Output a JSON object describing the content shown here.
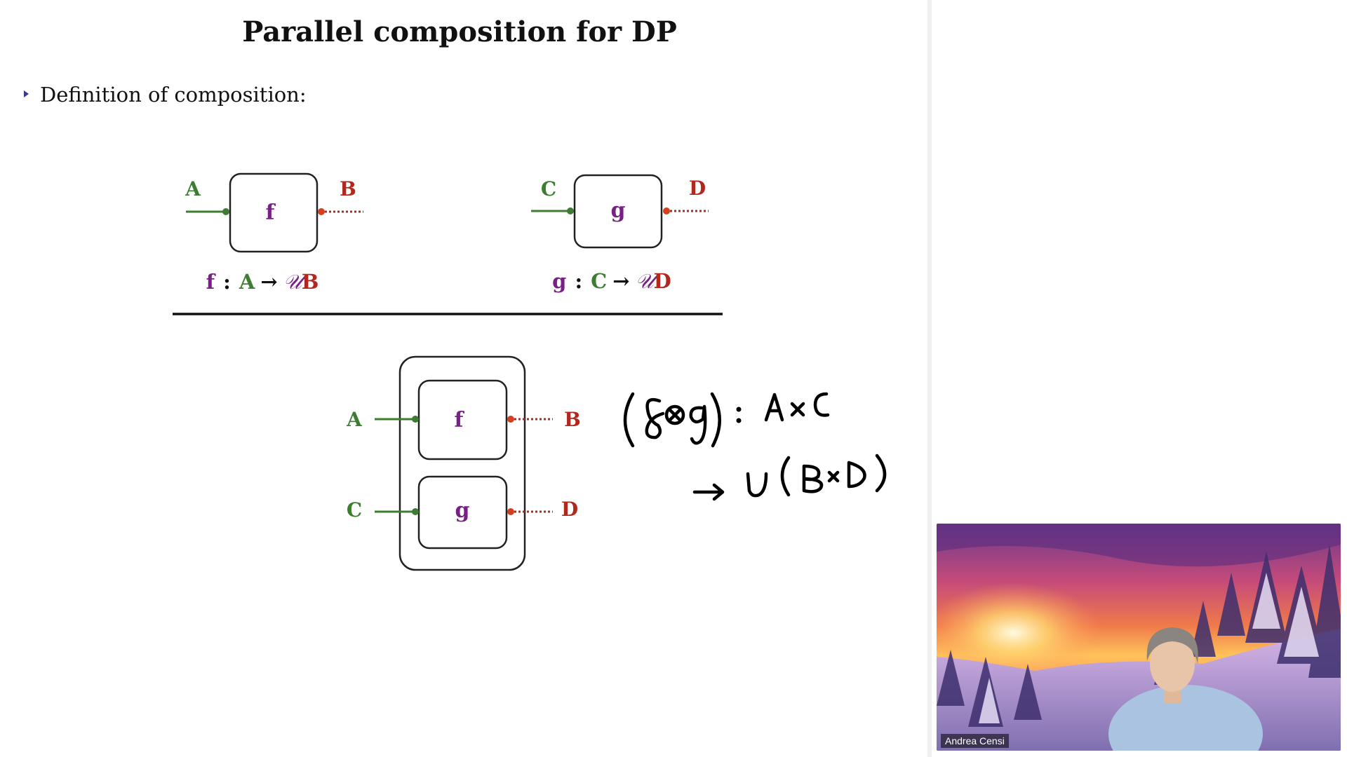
{
  "slide": {
    "title": "Parallel composition for DP",
    "bullet": "Definition of composition:"
  },
  "diagram": {
    "top_left": {
      "box": "f",
      "input": "A",
      "output": "B",
      "signature": {
        "fn": "f",
        "colon": ":",
        "dom": "A",
        "arrow": "→",
        "cod_prefix": "𝒰",
        "cod": "B"
      }
    },
    "top_right": {
      "box": "g",
      "input": "C",
      "output": "D",
      "signature": {
        "fn": "g",
        "colon": ":",
        "dom": "C",
        "arrow": "→",
        "cod_prefix": "𝒰",
        "cod": "D"
      }
    },
    "bottom": {
      "box_top": "f",
      "box_bottom": "g",
      "in_top": "A",
      "out_top": "B",
      "in_bottom": "C",
      "out_bottom": "D"
    }
  },
  "annotation": {
    "line1": "(f⊗g) : A×C",
    "line2": "→ U(B×D)"
  },
  "colors": {
    "input_green": "#3c7d32",
    "output_red": "#b0281e",
    "function_purple": "#7a1f87",
    "port_red": "#d2401f"
  },
  "video": {
    "participant_name": "Andrea Censi"
  }
}
